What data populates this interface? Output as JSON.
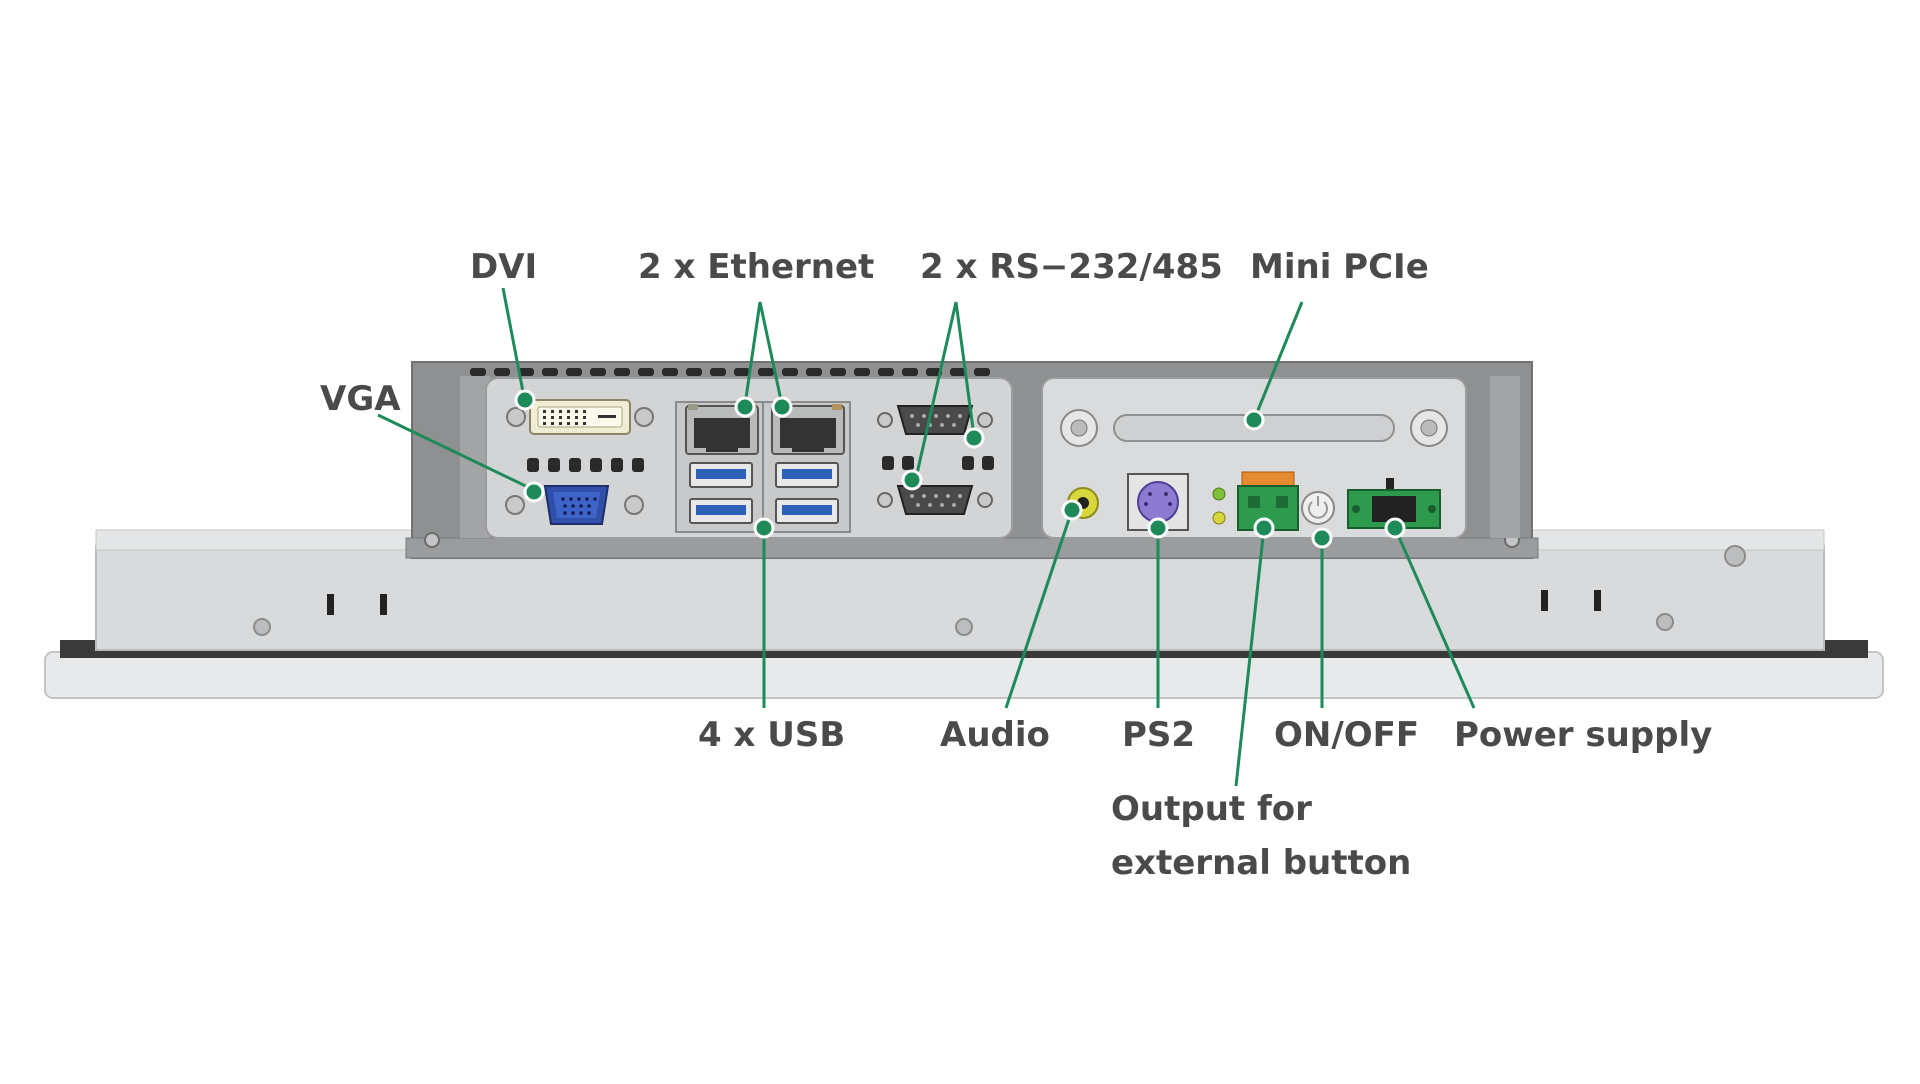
{
  "colors": {
    "callout": "#1e8a5a",
    "label_text": "#4a4a4a",
    "chassis_dark": "#8e9092",
    "panel_light": "#d6d7d8",
    "bezel": "#e1e2e3"
  },
  "labels": {
    "dvi": "DVI",
    "ethernet": "2 x Ethernet",
    "serial": "2 x RS−232/485",
    "mini_pcie": "Mini PCIe",
    "vga": "VGA",
    "usb": "4 x USB",
    "audio": "Audio",
    "ps2": "PS2",
    "on_off": "ON/OFF",
    "power_supply": "Power supply",
    "external_button": "Output for external button"
  }
}
